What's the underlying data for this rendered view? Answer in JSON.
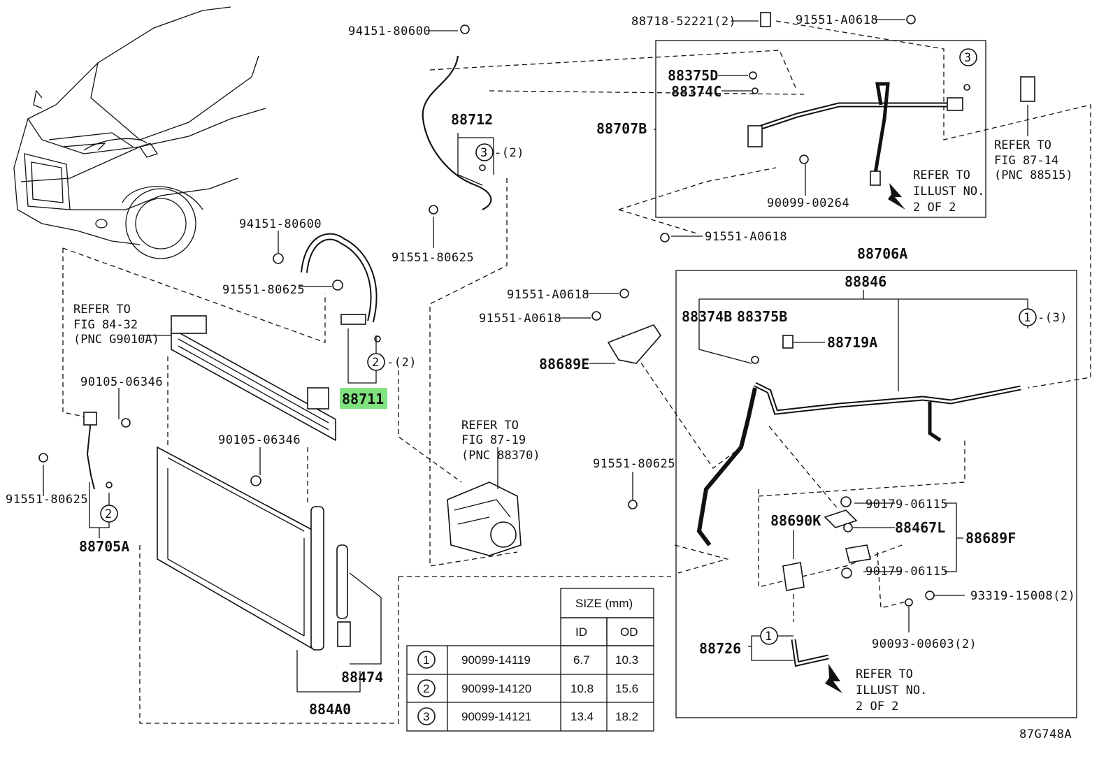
{
  "labels": {
    "p94151_top": "94151-80600",
    "p88718": "88718-52221(2)",
    "p91551_top": "91551-A0618",
    "p88375D": "88375D",
    "p88374C": "88374C",
    "p88707B": "88707B",
    "p88712": "88712",
    "p90099_00264": "90099-00264",
    "p91551_mid": "91551-A0618",
    "p91551_80625_a": "91551-80625",
    "p94151_mid": "94151-80600",
    "p91551_80625_b": "91551-80625",
    "p88706A": "88706A",
    "p88846": "88846",
    "p91551_a": "91551-A0618",
    "p91551_b": "91551-A0618",
    "p88374B": "88374B",
    "p88375B": "88375B",
    "p88719A": "88719A",
    "p88689E": "88689E",
    "p88711": "88711",
    "p90105_a": "90105-06346",
    "p90105_b": "90105-06346",
    "p91551_80625_c": "91551-80625",
    "p91551_80625_d": "91551-80625",
    "p88705A": "88705A",
    "p90179_a": "90179-06115",
    "p88690K": "88690K",
    "p88467L": "88467L",
    "p88689F": "88689F",
    "p90179_b": "90179-06115",
    "p93319": "93319-15008(2)",
    "p90093": "90093-00603(2)",
    "p88726": "88726",
    "p88474": "88474",
    "p884A0": "884A0",
    "fig_id": "87G748A"
  },
  "callouts": {
    "c3_top": "3",
    "c3_88712": "3",
    "c3_88712_qty": "-(2)",
    "c1_88846": "1",
    "c1_88846_qty": "-(3)",
    "c2_88711": "2",
    "c2_88711_qty": "-(2)",
    "c2_88705A": "2",
    "c1_88726": "1"
  },
  "notes": {
    "fig84_l1": "REFER TO",
    "fig84_l2": "FIG 84-32",
    "fig84_l3": "(PNC G9010A)",
    "fig87_14_l1": "REFER TO",
    "fig87_14_l2": "FIG 87-14",
    "fig87_14_l3": "(PNC 88515)",
    "illust1_l1": "REFER TO",
    "illust1_l2": "ILLUST NO.",
    "illust1_l3": "2 OF 2",
    "fig87_19_l1": "REFER TO",
    "fig87_19_l2": "FIG 87-19",
    "fig87_19_l3": "(PNC 88370)",
    "illust2_l1": "REFER TO",
    "illust2_l2": "ILLUST NO.",
    "illust2_l3": "2 OF 2"
  },
  "size_table": {
    "header": "SIZE (mm)",
    "col_id": "ID",
    "col_od": "OD",
    "rows": [
      {
        "ref": "1",
        "part": "90099-14119",
        "id": "6.7",
        "od": "10.3"
      },
      {
        "ref": "2",
        "part": "90099-14120",
        "id": "10.8",
        "od": "15.6"
      },
      {
        "ref": "3",
        "part": "90099-14121",
        "id": "13.4",
        "od": "18.2"
      }
    ]
  },
  "highlight_color": "#7fe27f"
}
